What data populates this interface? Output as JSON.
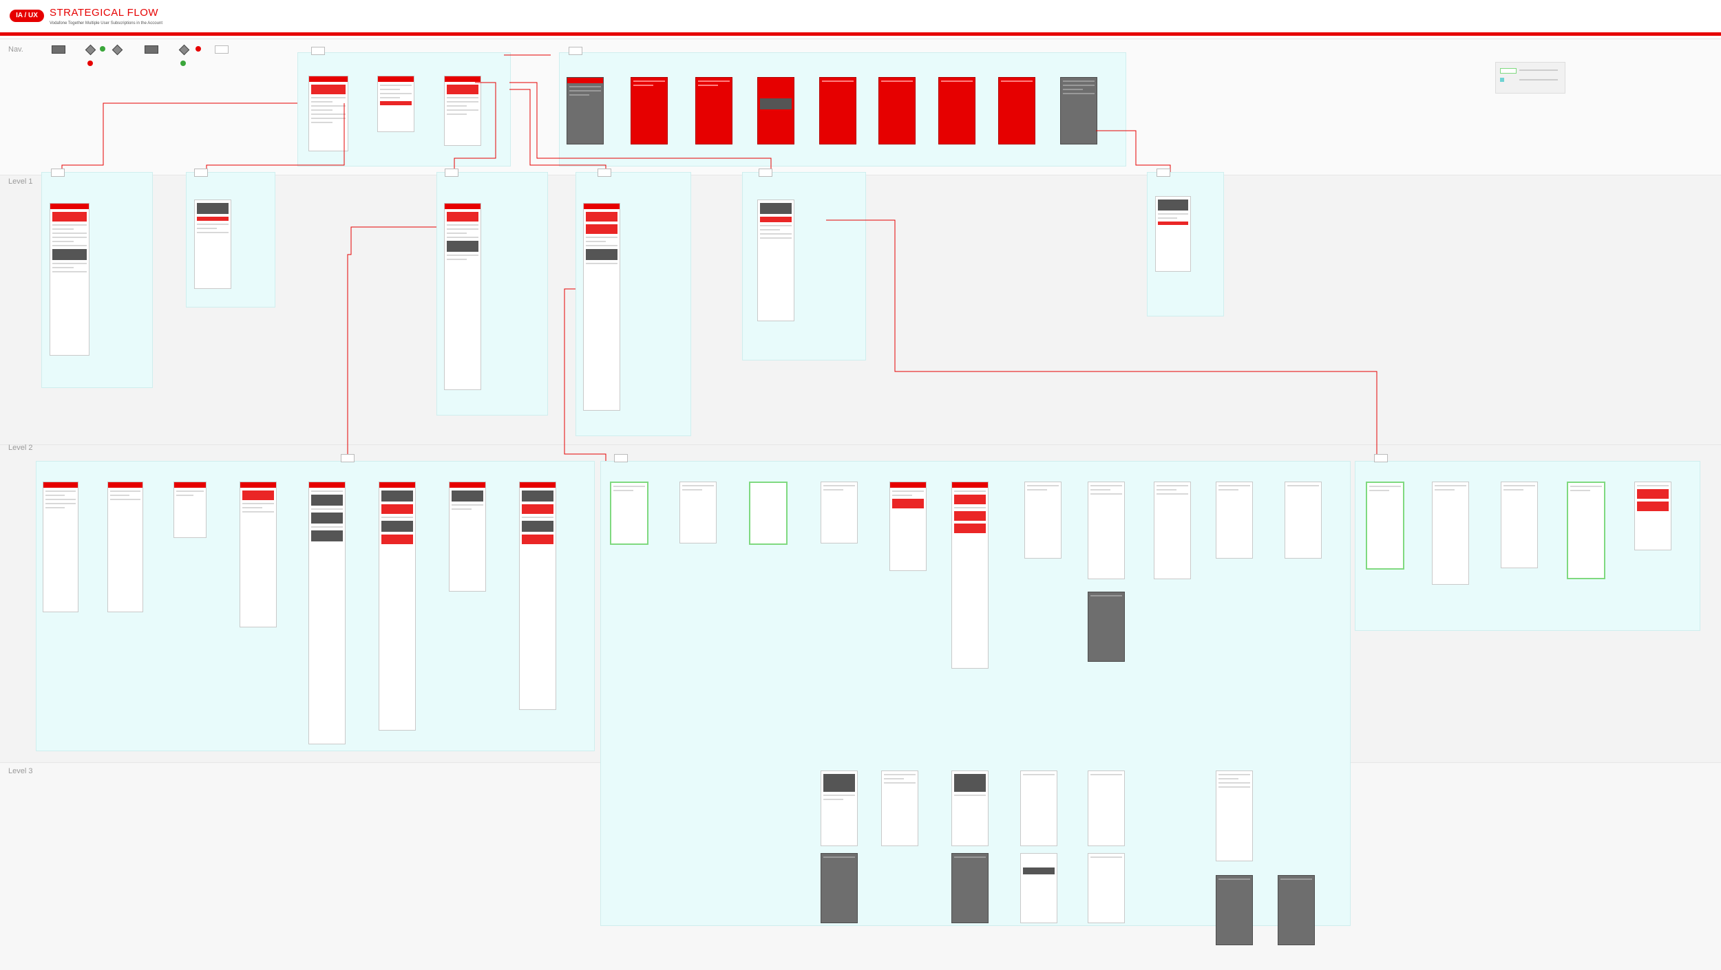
{
  "header": {
    "badge": "IA / UX",
    "title": "STRATEGICAL FLOW",
    "subtitle": "Vodafone Together Multiple User Subscriptions in the Account"
  },
  "levels": {
    "nav": "Nav.",
    "level1": "Level 1",
    "level2": "Level 2",
    "level3": "Level 3"
  },
  "colors": {
    "brand": "#e60000",
    "panel": "#e8fbfb",
    "band": "#f3f3f3",
    "connector": "#e60000",
    "highlight": "#7fd97f"
  }
}
